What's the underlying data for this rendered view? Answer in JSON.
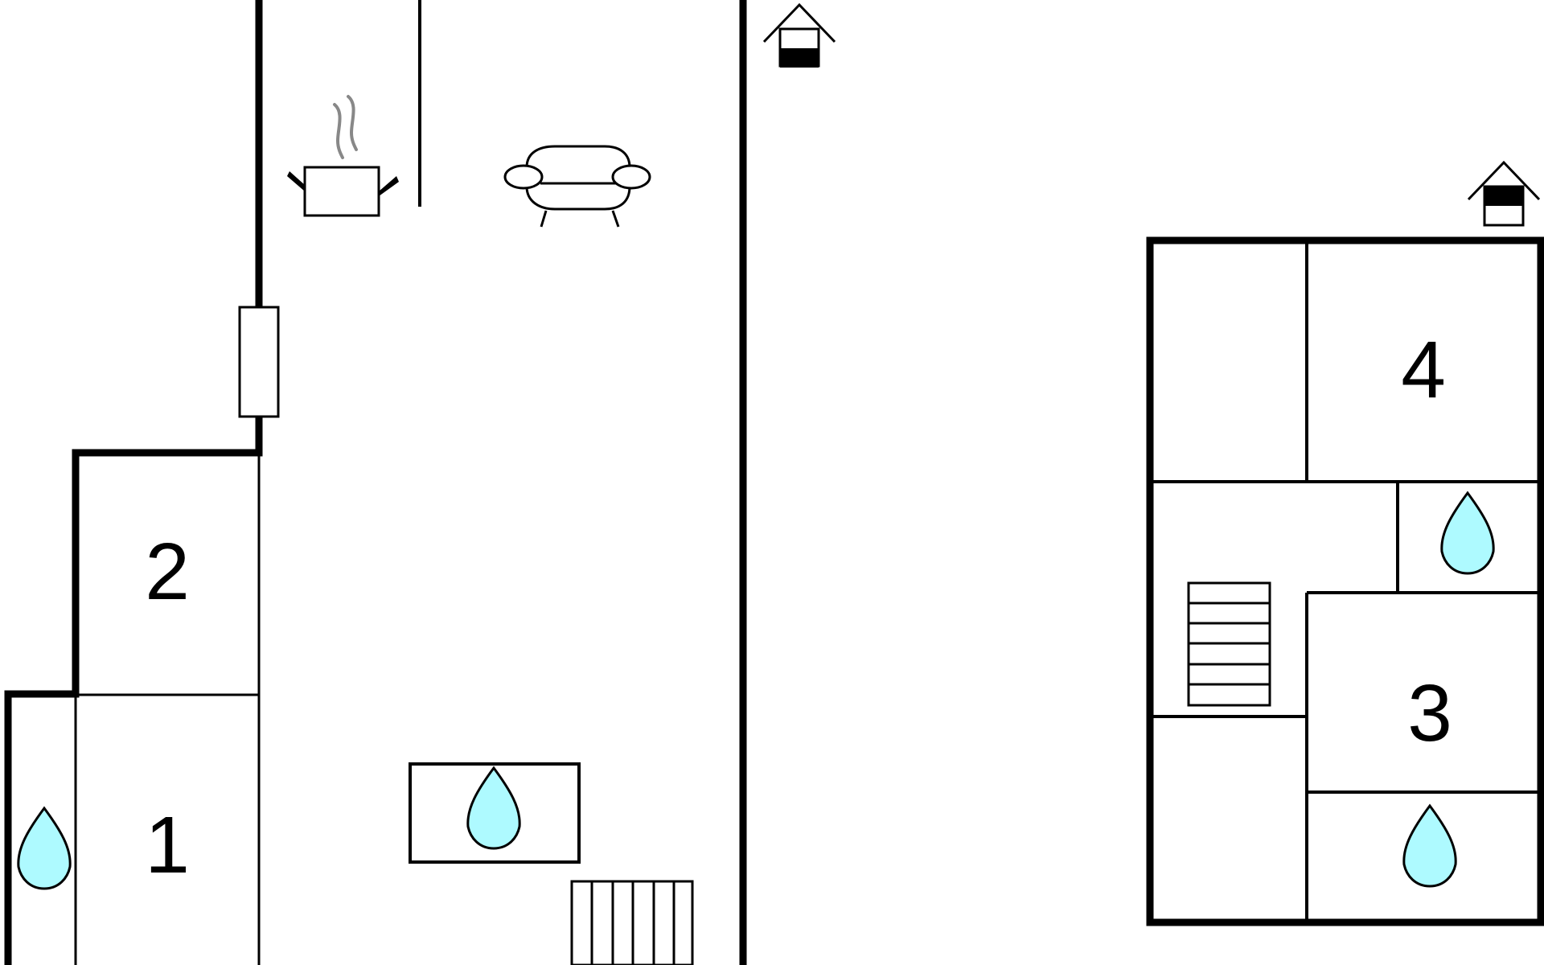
{
  "floorplan": {
    "rooms": [
      {
        "id": "room-1",
        "label": "1"
      },
      {
        "id": "room-2",
        "label": "2"
      },
      {
        "id": "room-3",
        "label": "3"
      },
      {
        "id": "room-4",
        "label": "4"
      }
    ],
    "icons": [
      "house-icon-ground-floor",
      "house-icon-upper-floor",
      "kitchen-pot-icon",
      "sofa-icon",
      "water-drop-icon",
      "stairs-icon"
    ],
    "colors": {
      "wall": "#000000",
      "water": "#aefaff",
      "steam": "#888888",
      "background": "#ffffff"
    }
  }
}
